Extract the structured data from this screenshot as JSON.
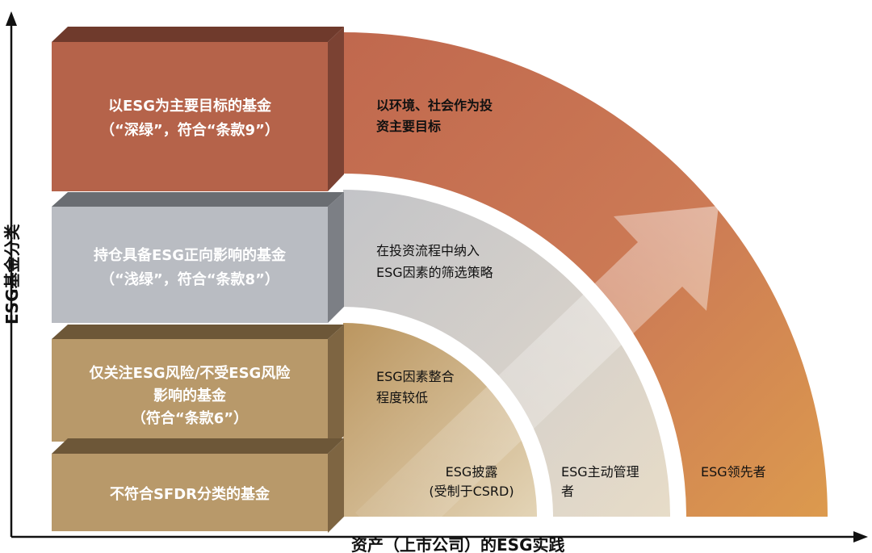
{
  "axes": {
    "y_label": "ESG基金分类",
    "x_label": "资产（上市公司）的ESG实践"
  },
  "fund_boxes": [
    {
      "lines": [
        "以ESG为主要目标的基金",
        "（“深绿”，符合“条款9”）"
      ]
    },
    {
      "lines": [
        "持仓具备ESG正向影响的基金",
        "（“浅绿”，符合“条款8”）"
      ]
    },
    {
      "lines": [
        "仅关注ESG风险/不受ESG风险",
        "影响的基金",
        "（符合“条款6”）"
      ]
    },
    {
      "lines": [
        "不符合SFDR分类的基金"
      ]
    }
  ],
  "band_descriptions": [
    {
      "lines": [
        "以环境、社会作为投",
        "资主要目标"
      ]
    },
    {
      "lines": [
        "在投资流程中纳入",
        "ESG因素的筛选策略"
      ]
    },
    {
      "lines": [
        "ESG因素整合",
        "程度较低"
      ]
    }
  ],
  "practice_levels": [
    {
      "lines": [
        "ESG披露",
        "(受制于CSRD)"
      ]
    },
    {
      "lines": [
        "ESG主动管理",
        "者"
      ]
    },
    {
      "lines": [
        "ESG领先者"
      ]
    }
  ],
  "colors": {
    "dark_green_fund": "#b5634a",
    "light_green_fund": "#b9bcc2",
    "article6_fund": "#b8996a",
    "non_sfdr_fund": "#b8996a",
    "leader_ring": "#d08a4a",
    "manager_ring": "#e9dcc6",
    "disclosure_ring": "#d6c29d"
  }
}
